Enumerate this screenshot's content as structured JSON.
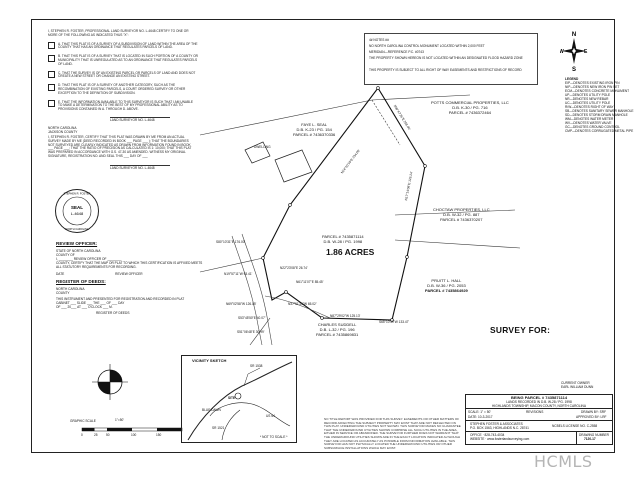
{
  "certificate": {
    "surveyor_intro": "I, STEPHEN R. FOSTER, PROFESSIONAL LAND SURVEYOR NO. L-4648 CERTIFY TO ONE OR MORE OF THE FOLLOWING AS INDICATED THUS \"X\":",
    "items": [
      "A. THAT THIS PLAT IS OF A SURVEY OF A SUBDIVISION OF LAND WITHIN THE AREA OF THE COUNTY THAT HAS AN ORDINANCE THAT REGULATES PARCELS OF LAND.",
      "B. THAT THIS PLAT IS OF A SURVEY THAT IS LOCATED IN SUCH PORTION OF A COUNTY OR MUNICIPALITY THAT IS UNREGULATED AS TO AN ORDINANCE THAT REGULATES PARCELS OF LAND.",
      "C. THAT THE SURVEY IS OF AN EXISTING PARCEL OR PARCELS OF LAND AND DOES NOT CREATE A NEW STREET OR CHANGE AN EXISTING STREET.",
      "D. THAT THIS PLAT IS OF A SURVEY OF ANOTHER CATEGORY, SUCH AS THE RECOMBINATION OF EXISTING PARCELS, A COURT ORDERED SURVEY OR OTHER EXCEPTION TO THE DEFINITION OF SUBDIVISION.",
      "E. THAT THE INFORMATION AVAILABLE TO THIS SURVEYOR IS SUCH THAT I AM UNABLE TO MAKE A DETERMINATION TO THE BEST OF MY PROFESSIONAL ABILITY AS TO PROVISIONS CONTAINED IN A. THROUGH D. ABOVE."
    ],
    "surveyor_sign": "LAND SURVEYOR NO. L-4648",
    "state": "NORTH CAROLINA",
    "county": "JACKSON COUNTY",
    "cert_text": "I, STEPHEN R. FOSTER, CERTIFY THAT THIS PLAT WAS DRAWN BY ME FROM AN ACTUAL SURVEY MADE BY ME (DEED RECORDED IN BOOK ___ PAGE ___ ); THAT THE BOUNDARIES NOT SURVEYED ARE CLEARLY INDICATED AS DRAWN FROM INFORMATION FOUND IN BOOK ___ PAGE ___; THAT THE RATIO OF PRECISION AS CALCULATED IS 1: 10,000; THAT THIS PLAT WAS PREPARED IN ACCORDANCE WITH G.S. 47-30 AS AMENDED. WITNESS MY ORIGINAL SIGNATURE, REGISTRATION NO. AND SEAL THIS ___ DAY OF ___"
  },
  "seal": {
    "name": "STEPHEN R. FOSTER",
    "label": "SEAL",
    "number": "L-4648",
    "state": "NORTH CAROLINA"
  },
  "review_officer": {
    "title": "REVIEW OFFICER:",
    "lines": [
      "STATE OF NORTH CAROLINA",
      "COUNTY OF",
      "I, ________ REVIEW OFFICER OF ________",
      "COUNTY, CERTIFY THAT THE MAP OR PLAT TO WHICH THIS CERTIFICATION IS AFFIXED MEETS",
      "ALL STATUTORY REQUIREMENTS FOR RECORDING.",
      "REVIEW OFFICER",
      "DATE"
    ]
  },
  "register": {
    "title": "REGISTER OF DEEDS:",
    "lines": [
      "NORTH CAROLINA",
      "COUNTY",
      "THIS INSTRUMENT AND PRESENTED FOR REGISTRATION AND RECORDED IN PLAT",
      "CABINET ___ SLIDE ___ THE ___ OF ___ DAY",
      "OF ___ 20___ AT ___ O'CLOCK ___ M.",
      "REGISTER OF DEEDS"
    ]
  },
  "notes": {
    "title": "4# NOTES ##",
    "lines": [
      "NO NORTH CAROLINA CONTROL MONUMENT LOCATED WITHIN 2,000 FEET",
      "MERIDIAN—REFERENCE P.C. #0743",
      "THE PROPERTY SHOWN HEREON IS NOT LOCATED WITHIN AN DESIGNATED FLOOD HAZARD ZONE",
      "THIS PROPERTY IS SUBJECT TO ALL RIGHT OF WAY EASEMENTS AND RESTRICTIONS OF RECORD"
    ]
  },
  "compass": {
    "n": "N",
    "s": "S",
    "e": "E",
    "w": "W"
  },
  "legend": {
    "title": "LEGEND",
    "items": [
      "EIP—DENOTES EXISTING IRON PIN",
      "NIP—DENOTES NEW IRON PIN SET",
      "ECM—DENOTES CONCRETE MONUMENT",
      "UP—DENOTES UTILITY POLE",
      "NR—DENOTES NEW REBAR",
      "UC—DENOTES UTILITY POLE",
      "R/W—DENOTES RIGHT OF WAY",
      "SB—DENOTES SANITARY SEWER MANHOLE",
      "SD—DENOTES STORM DRAIN MANHOLE",
      "WM—DENOTES WATER METER",
      "WV—DENOTES WATER VALVE",
      "GC—DENOTES GROUND CONTROL",
      "CMP—DENOTES CORRUGATED METAL PIPE"
    ]
  },
  "parcels": {
    "subject": {
      "line1": "PARCEL # 7435871114",
      "line2": "D.B. W-28 / PG. 1998",
      "acres": "1.86 ACRES"
    },
    "faye": {
      "name": "FAYE L. SEAL",
      "deed": "D.B. K-23 / PG. 154",
      "parcel": "PARCEL # 7436370336"
    },
    "potts": {
      "name": "POTTS COMMERCIAL PROPERTIES, LLC",
      "deed": "D.B. K-30 / PG. 716",
      "parcel": "PARCEL # 7436372464"
    },
    "choctaw": {
      "name": "CHOCTAW PROPERTIES, LLC",
      "deed": "D.B. W-32 / PG. 887",
      "parcel": "PARCEL # 7436370207"
    },
    "pruitt": {
      "name": "PRUITT L. HALL",
      "deed": "D.B. W-36 / PG. 2053",
      "parcel": "PARCEL # 7435864929"
    },
    "charles": {
      "name": "CHARLES SUDDELL",
      "deed": "D.B. L-32 / PG. 196",
      "parcel": "PARCEL # 7435869831"
    },
    "dwelling": "DWELLING"
  },
  "bearings": [
    "N24°10'19\"E 234.00'",
    "S58°47'25\"E 258.00'",
    "N17°14'08\"E 126.24'",
    "S65°10'49\"W 133.47'",
    "N87°29'02\"W 125.13'",
    "N37°51'33\"W 65.02'",
    "N69°02'58\"W 126.05'",
    "N19°57'11\"W 93.41'",
    "S80°10'31\"E 176.00'",
    "S51°06'48\"E 30.99'",
    "N22°23'08\"E 26.74'",
    "S53°45'50\"E 40.07'",
    "N61°11'07\"E 85.45'"
  ],
  "survey_for": "SURVEY FOR:",
  "owner": {
    "label": "CURRENT OWNER",
    "name": "EARL WILLIAM DUNN"
  },
  "vicinity": {
    "title": "VICINITY SKETCH",
    "site": "SITE",
    "roads": [
      "SR 1538",
      "BLUE DAWN",
      "US 64",
      "SR 1521"
    ],
    "note": "* NOT TO SCALE *"
  },
  "titleblock": {
    "heading": "BEING PARCEL # 7435871114",
    "lines": [
      "LANDS RECORDED IN D.B. W-28 / PG. 1998",
      "HIGHLANDS TOWNSHIP, MACON COUNTY, NORTH CAROLINA"
    ],
    "scale": "SCALE: 1\" = 50'",
    "date": "DATE: 10-3-2017",
    "revised": "REVISIONS",
    "drawn": "DRAWN BY: SRF",
    "checked": "APPROVED BY: LRF",
    "firm": "STEPHEN FOSTER & ASSOCIATES",
    "address": "P.O. BOX 1563, HIGHLANDS N.C. 28741",
    "license": "NCBELS LICENSE NO. C-2558",
    "office": "OFFICE · 828-743-4034",
    "website": "WEBSITE · www.fosterlandsurveying.com",
    "drawing": "DRAWING NUMBER",
    "drawing_no": "7120-17"
  },
  "disclaimer": "NO TITLE REPORT WAS PROVIDED FOR THIS SURVEY. EASEMENTS OR OTHER MATTERS OF RECORD AFFECTING THE SUBJECT PROPERTY MAY EXIST THAT ARE NOT REFLECTED ON THIS PLAT. UNDERGROUND UTILITIES NOT SHOWN. THIS SURVEYOR MAKES NO GUARANTEE THAT THE UNDERGROUND UTILITIES SHOWN COMPRISE ALL SUCH UTILITIES IN THE AREA, EITHER IN SERVICE OR ABANDONED. THE SURVEYOR FURTHER DOES NOT WARRANT THAT THE UNDERGROUND UTILITIES SHOWN ARE IN THE EXACT LOCATION INDICATED ALTHOUGH THEY ARE LOCATED AS ACCURATELY AS POSSIBLE FROM INFORMATION AVAILABLE. THIS SURVEYOR HAS NOT PHYSICALLY LOCATED THE UNDERGROUND UTILITIES OR OTHER SUBSURFACE INSTALLATIONS WHICH MAY EXIST.",
  "graphic_scale": {
    "label": "GRAPHIC SCALE",
    "ratio": "1\"=50'",
    "ticks": [
      "0",
      "25",
      "50",
      "100",
      "150"
    ]
  },
  "watermark": "HCMLS"
}
